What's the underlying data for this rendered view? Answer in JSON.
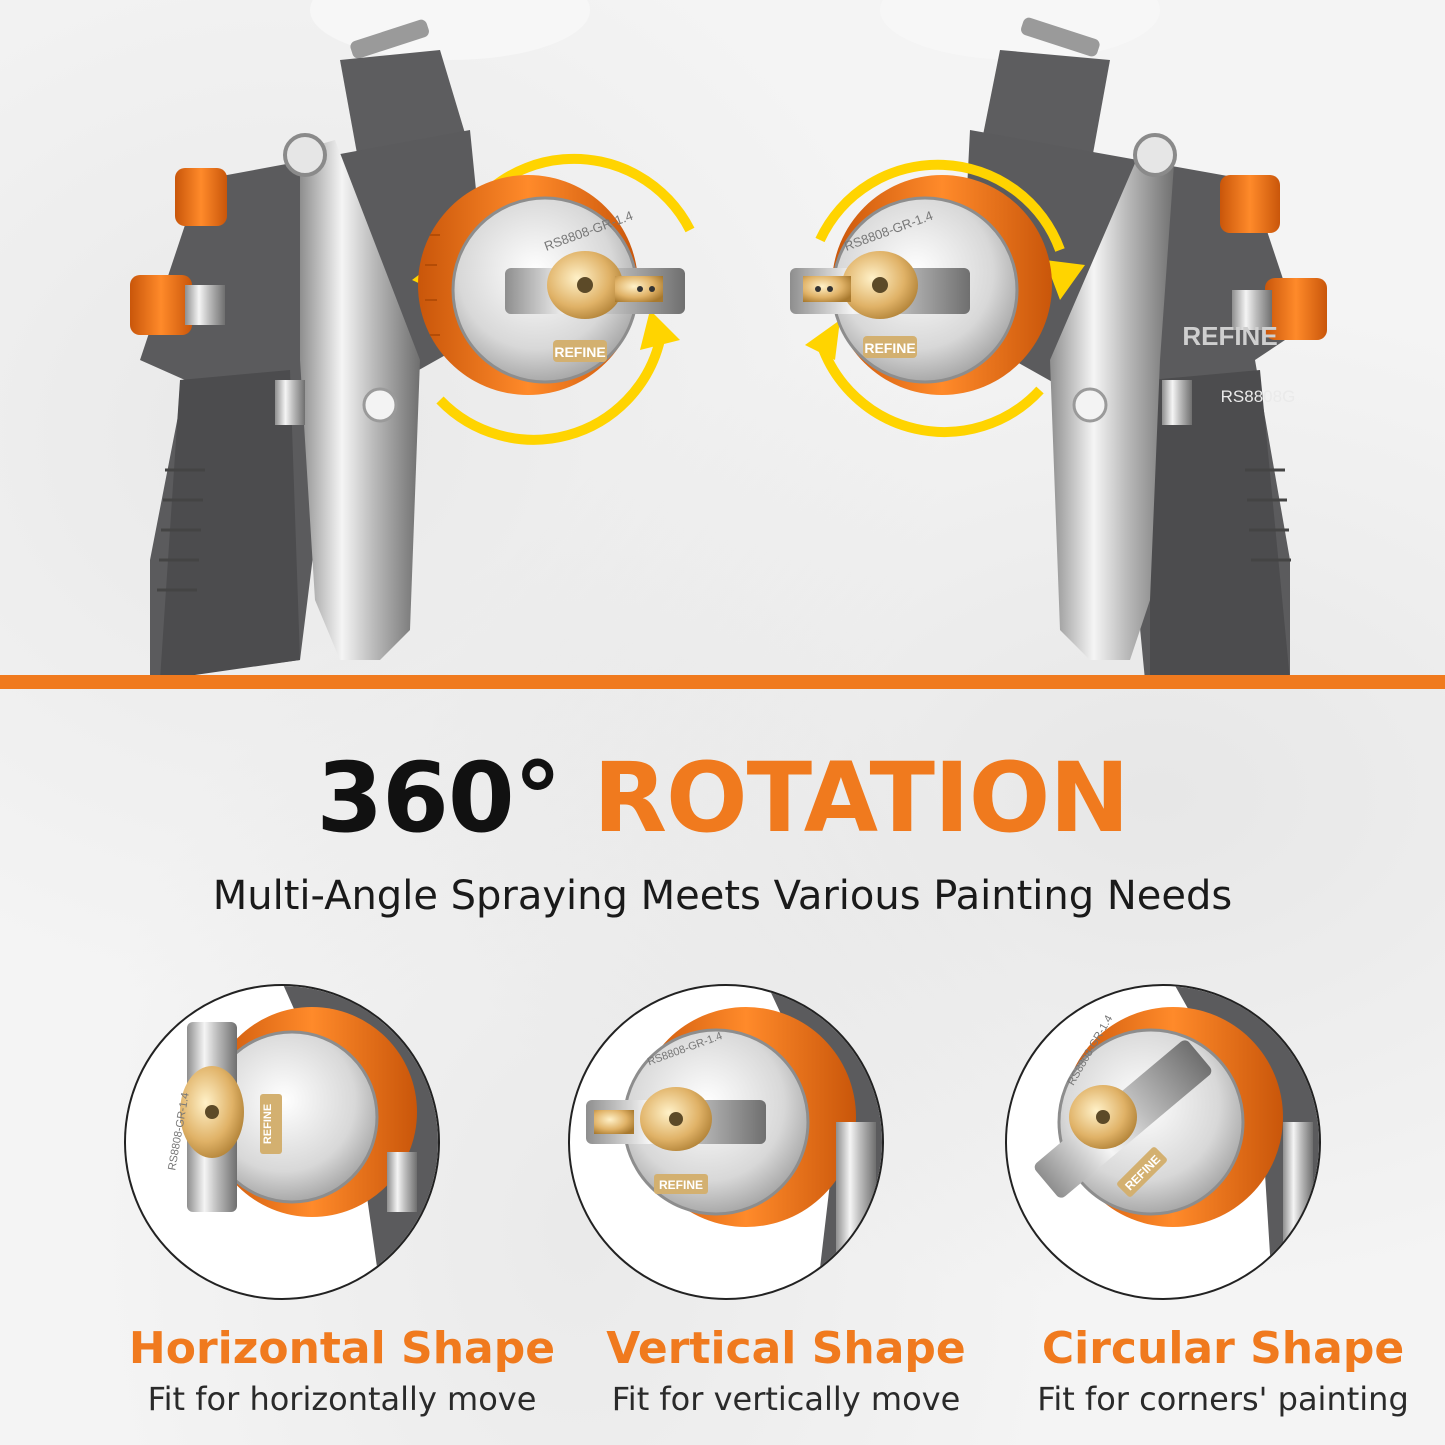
{
  "colors": {
    "accent": "#f07a1e",
    "dark": "#111111",
    "gun_body": "#5d5d5f"
  },
  "gun_left": {
    "cap_text": "RS8808-GR-1.4",
    "brand": "REFINE"
  },
  "gun_right": {
    "cap_text": "RS8808-GR-1.4",
    "brand": "REFINE",
    "body_brand": "REFINE",
    "model": "RS8808G"
  },
  "headline": {
    "number": "360°",
    "word": "ROTATION"
  },
  "subheadline": "Multi-Angle Spraying Meets Various Painting Needs",
  "shapes": [
    {
      "title": "Horizontal Shape",
      "desc": "Fit for horizontally move",
      "cap_text": "RS8808-GR-1.4",
      "brand": "REFINE"
    },
    {
      "title": "Vertical Shape",
      "desc": "Fit for vertically move",
      "cap_text": "RS8808-GR-1.4",
      "brand": "REFINE"
    },
    {
      "title": "Circular Shape",
      "desc": "Fit for corners' painting",
      "cap_text": "RS8808-GR-1.4",
      "brand": "REFINE"
    }
  ]
}
